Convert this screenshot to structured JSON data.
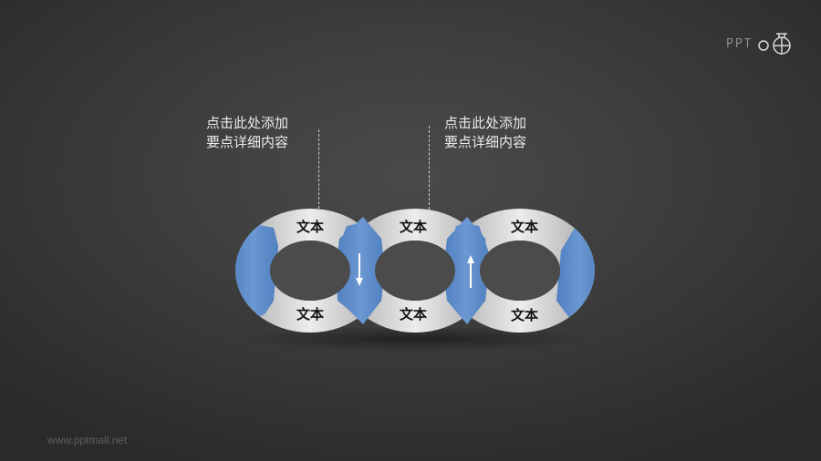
{
  "logo": {
    "text": "PPT",
    "icon": "ppt-logo-icon"
  },
  "notes": [
    {
      "text": "点击此处添加\n要点详细内容"
    },
    {
      "text": "点击此处添加\n要点详细内容"
    }
  ],
  "chain": {
    "rings": [
      {
        "top_label": "文本",
        "bottom_label": "文本"
      },
      {
        "top_label": "文本",
        "bottom_label": "文本"
      },
      {
        "top_label": "文本",
        "bottom_label": "文本"
      }
    ],
    "arrows": [
      {
        "direction": "down",
        "icon": "arrow-down-icon"
      },
      {
        "direction": "up",
        "icon": "arrow-up-icon"
      }
    ],
    "colors": {
      "blue": "#5b8bc9",
      "gray_light": "#e6e6e6",
      "gray_dark": "#a9a9a9",
      "hole": "#4a4a4a"
    }
  },
  "footer": {
    "text": "www.pptmall.net"
  }
}
